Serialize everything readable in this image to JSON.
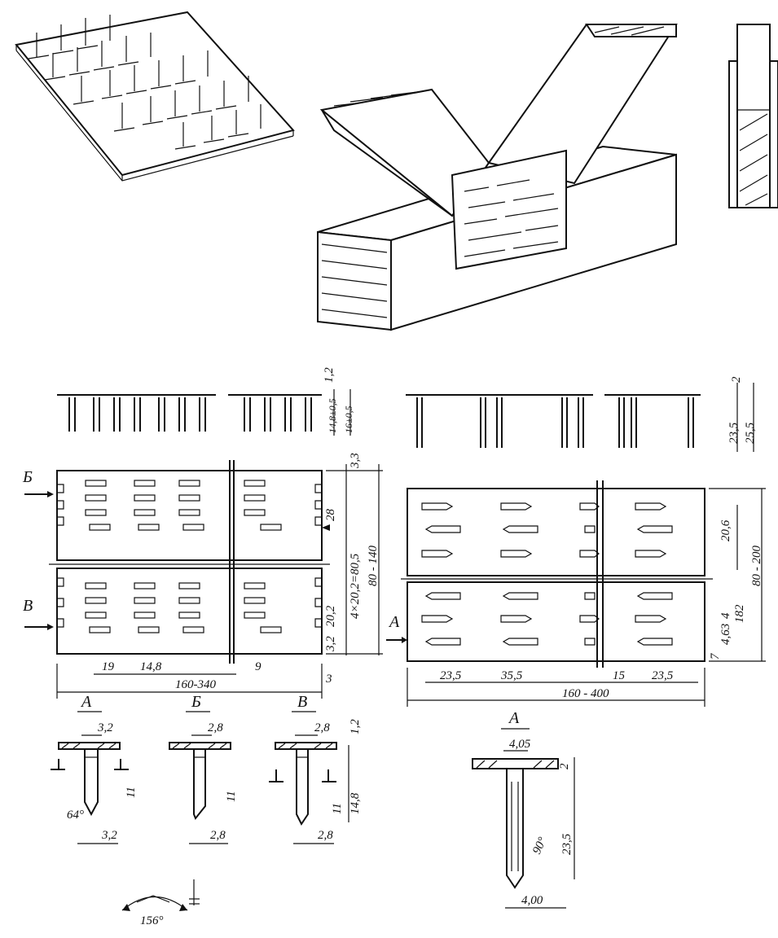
{
  "left_plate": {
    "section_labels": {
      "b": "Б",
      "v": "В"
    },
    "dims": {
      "d1": "1,2",
      "d2": "14,8±0,5",
      "d3": "16±0,5",
      "d4": "3,3",
      "d5": "28",
      "d6": "4×20,2=80,5",
      "d7": "80 - 140",
      "d8": "20,2",
      "d9": "3,2",
      "d10": "19",
      "d11": "14,8",
      "d12": "160-340",
      "d13": "9",
      "d14": "3"
    }
  },
  "right_plate": {
    "section_label": "А",
    "dims": {
      "d1": "2",
      "d2": "23,5",
      "d3": "25,5",
      "d4": "20,6",
      "d5": "80 - 200",
      "d6": "182",
      "d7": "4",
      "d8": "4,63",
      "d9": "7",
      "d10": "23,5",
      "d11": "35,5",
      "d12": "15",
      "d13": "23,5",
      "d14": "160 - 400"
    }
  },
  "section_a_small": {
    "label": "А",
    "dims": {
      "top": "3,2",
      "len": "11",
      "angle": "64°",
      "bottom": "3,2"
    }
  },
  "section_b_small": {
    "label": "Б",
    "dims": {
      "top": "2,8",
      "len": "11",
      "bottom": "2,8"
    }
  },
  "section_v_small": {
    "label": "В",
    "dims": {
      "top": "2,8",
      "len": "11",
      "total": "14,8",
      "plate": "1,2",
      "bottom": "2,8"
    }
  },
  "section_a_large": {
    "label": "А",
    "dims": {
      "top": "4,05",
      "plate": "2",
      "len": "23,5",
      "angle": "90°",
      "bottom": "4,00"
    }
  },
  "bend_detail": {
    "angle": "156°"
  }
}
